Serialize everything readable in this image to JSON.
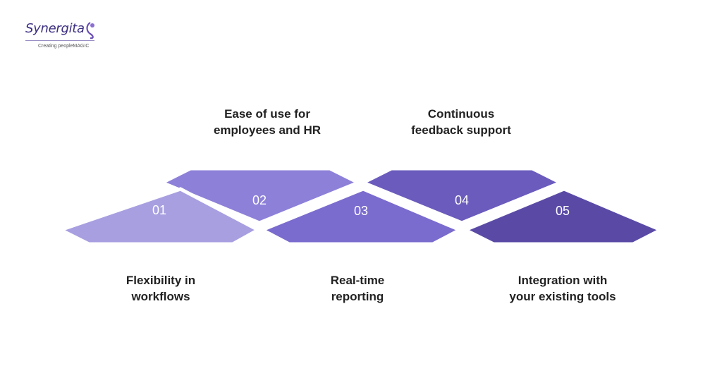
{
  "logo": {
    "wordmark": "Synergita",
    "tagline": "Creating peopleMAGIC",
    "color": "#3b2f82"
  },
  "steps": [
    {
      "number": "01",
      "label_lines": [
        "Flexibility in",
        "workflows"
      ],
      "position": "bottom",
      "color": "#a79fe0"
    },
    {
      "number": "02",
      "label_lines": [
        "Ease of use for",
        "employees and HR"
      ],
      "position": "top",
      "color": "#8d80d9"
    },
    {
      "number": "03",
      "label_lines": [
        "Real-time",
        "reporting"
      ],
      "position": "bottom",
      "color": "#7a6bce"
    },
    {
      "number": "04",
      "label_lines": [
        "Continuous",
        "feedback support"
      ],
      "position": "top",
      "color": "#6a5bbd"
    },
    {
      "number": "05",
      "label_lines": [
        "Integration with",
        "your existing tools"
      ],
      "position": "bottom",
      "color": "#5a4aa6"
    }
  ]
}
